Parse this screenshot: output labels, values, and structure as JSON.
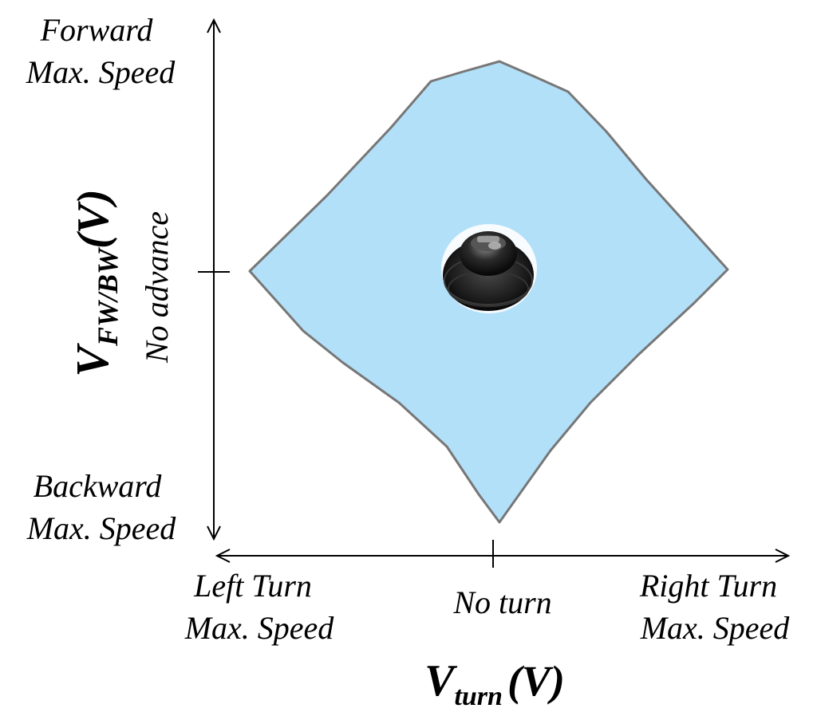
{
  "vertical_axis": {
    "top_label": [
      "Forward",
      "Max. Speed"
    ],
    "bottom_label": [
      "Backward",
      "Max. Speed"
    ],
    "center_label": "No advance",
    "title_main": "V",
    "title_sub": "FW/BW",
    "title_unit": "(V)"
  },
  "horizontal_axis": {
    "left_label": [
      "Left Turn",
      "Max. Speed"
    ],
    "center_label": "No turn",
    "right_label": [
      "Right Turn",
      "Max. Speed"
    ],
    "title_main": "V",
    "title_sub": "turn",
    "title_unit": "(V)"
  },
  "joystick": {
    "icon": "joystick-knob-icon"
  },
  "colors": {
    "region_fill": "#b3e0f9",
    "region_stroke": "#777777",
    "axis": "#000000"
  }
}
